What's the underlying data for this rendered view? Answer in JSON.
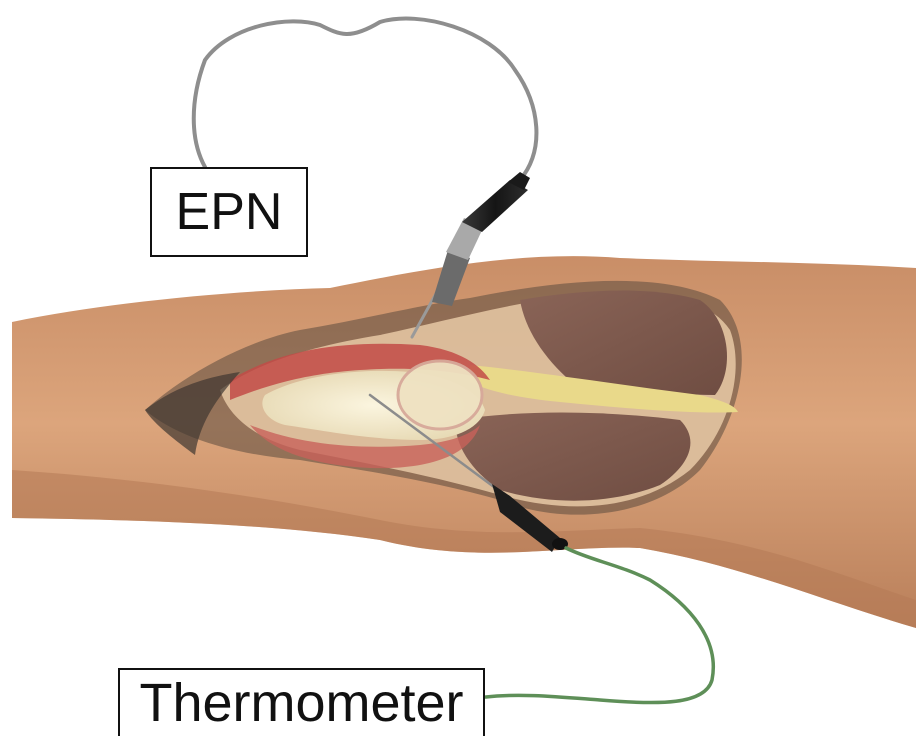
{
  "labels": {
    "epn": "EPN",
    "thermometer": "Thermometer"
  },
  "colors": {
    "skin": "#d79b72",
    "skin_shadow": "#b9805b",
    "muscle": "#7d5a4e",
    "bone": "#f0e7c8",
    "tissue_red": "#c24b46",
    "fat_yellow": "#e9d98a",
    "epn_cable": "#8e8e8e",
    "thermometer_cable": "#5e8f58",
    "probe_handle": "#202020"
  },
  "icons": [
    "arm-illustration",
    "epn-probe-icon",
    "thermometer-probe-icon"
  ]
}
